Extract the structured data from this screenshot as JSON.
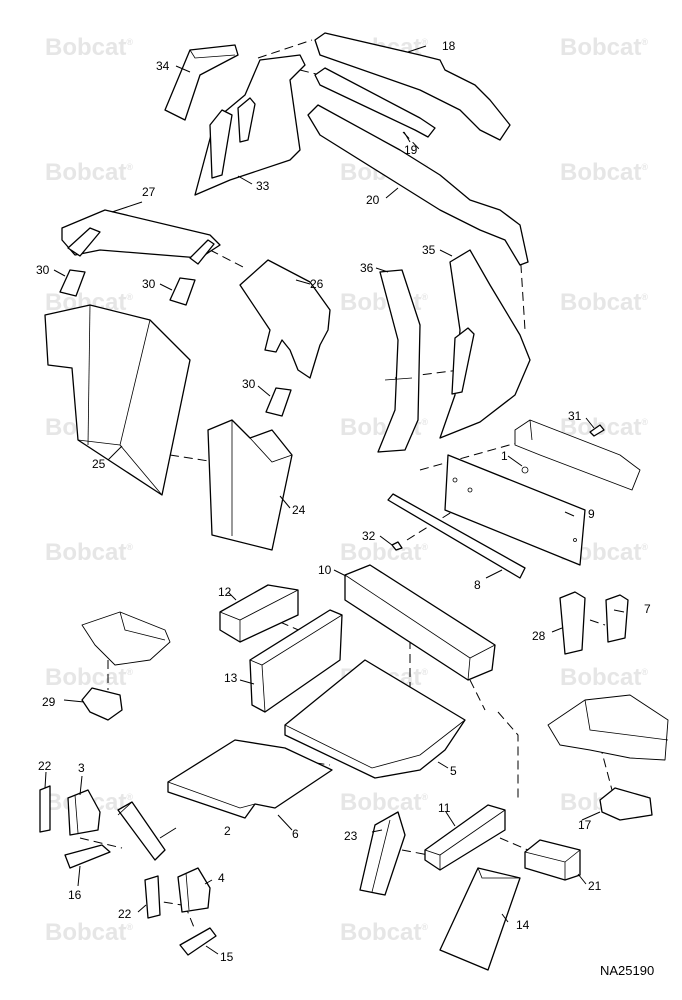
{
  "drawing": {
    "id": "NA25190",
    "watermark": "Bobcat",
    "watermark_mark": "®"
  },
  "callouts": [
    {
      "label": "1"
    },
    {
      "label": "2"
    },
    {
      "label": "3"
    },
    {
      "label": "4"
    },
    {
      "label": "5"
    },
    {
      "label": "6"
    },
    {
      "label": "7"
    },
    {
      "label": "8"
    },
    {
      "label": "9"
    },
    {
      "label": "10"
    },
    {
      "label": "11"
    },
    {
      "label": "12"
    },
    {
      "label": "13"
    },
    {
      "label": "14"
    },
    {
      "label": "15"
    },
    {
      "label": "16"
    },
    {
      "label": "17"
    },
    {
      "label": "18"
    },
    {
      "label": "19"
    },
    {
      "label": "20"
    },
    {
      "label": "21"
    },
    {
      "label": "22"
    },
    {
      "label": "22"
    },
    {
      "label": "23"
    },
    {
      "label": "24"
    },
    {
      "label": "25"
    },
    {
      "label": "26"
    },
    {
      "label": "27"
    },
    {
      "label": "28"
    },
    {
      "label": "29"
    },
    {
      "label": "30"
    },
    {
      "label": "30"
    },
    {
      "label": "30"
    },
    {
      "label": "31"
    },
    {
      "label": "32"
    },
    {
      "label": "33"
    },
    {
      "label": "34"
    },
    {
      "label": "35"
    },
    {
      "label": "36"
    }
  ]
}
